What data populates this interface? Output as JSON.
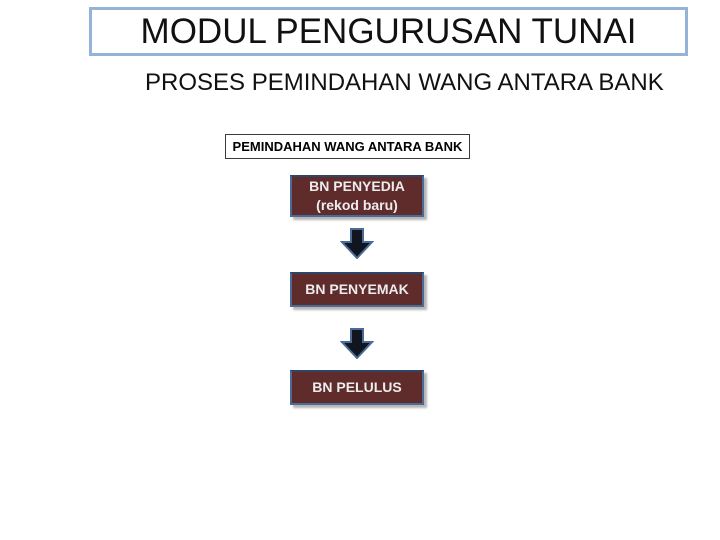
{
  "slide": {
    "title": "MODUL PENGURUSAN TUNAI",
    "subtitle": "PROSES PEMINDAHAN WANG ANTARA BANK"
  },
  "flowchart": {
    "header": "PEMINDAHAN WANG ANTARA BANK",
    "steps": [
      {
        "label": "BN PENYEDIA",
        "sublabel": "(rekod baru)"
      },
      {
        "label": "BN PENYEMAK",
        "sublabel": ""
      },
      {
        "label": "BN PELULUS",
        "sublabel": ""
      }
    ]
  },
  "icons": [
    {
      "name": "down-arrow-icon",
      "glyph": "block-down-arrow"
    },
    {
      "name": "down-arrow-icon",
      "glyph": "block-down-arrow"
    }
  ],
  "colors": {
    "title_border": "#95b3d7",
    "step_fill": "#5f2b2b",
    "step_border": "#4a6b97",
    "step_text": "#ececec",
    "arrow_fill": "#10151f",
    "arrow_border": "#4a6b97",
    "header_border": "#3a3a3a",
    "background": "#ffffff",
    "text": "#111111"
  }
}
